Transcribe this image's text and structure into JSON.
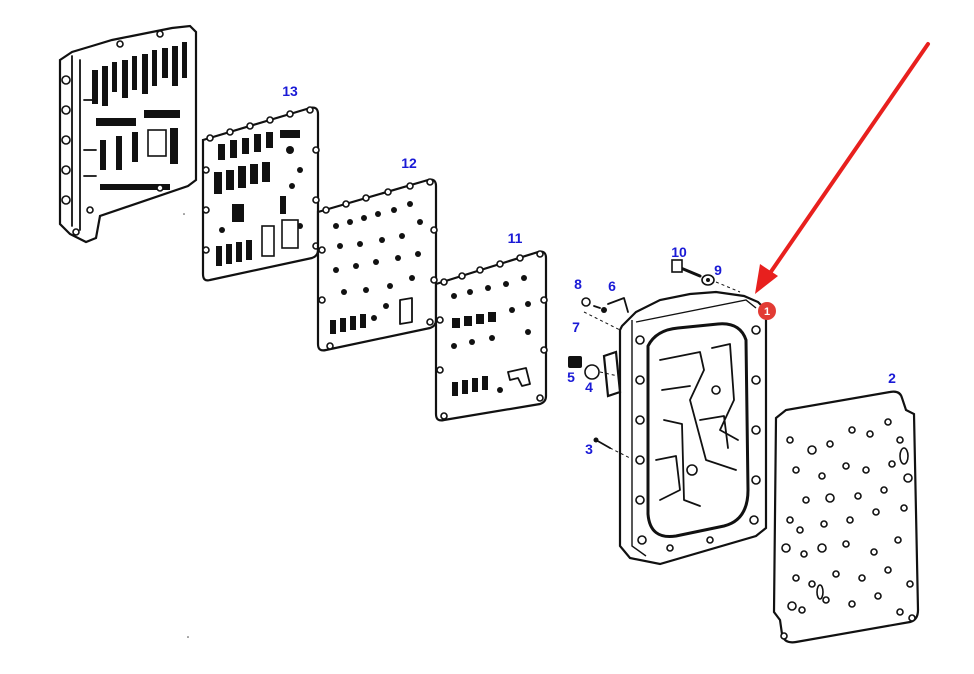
{
  "diagram": {
    "callout_color": "#1a1ad6",
    "arrow_color": "#e8201e",
    "badge_color": "#e23b34",
    "callouts": {
      "c1": "13",
      "c2": "12",
      "c3": "11",
      "c4": "10",
      "c5": "9",
      "c6": "8",
      "c7": "6",
      "c8": "7",
      "c9": "5",
      "c10": "4",
      "c11": "3",
      "c12": "2"
    },
    "badge": "1"
  }
}
